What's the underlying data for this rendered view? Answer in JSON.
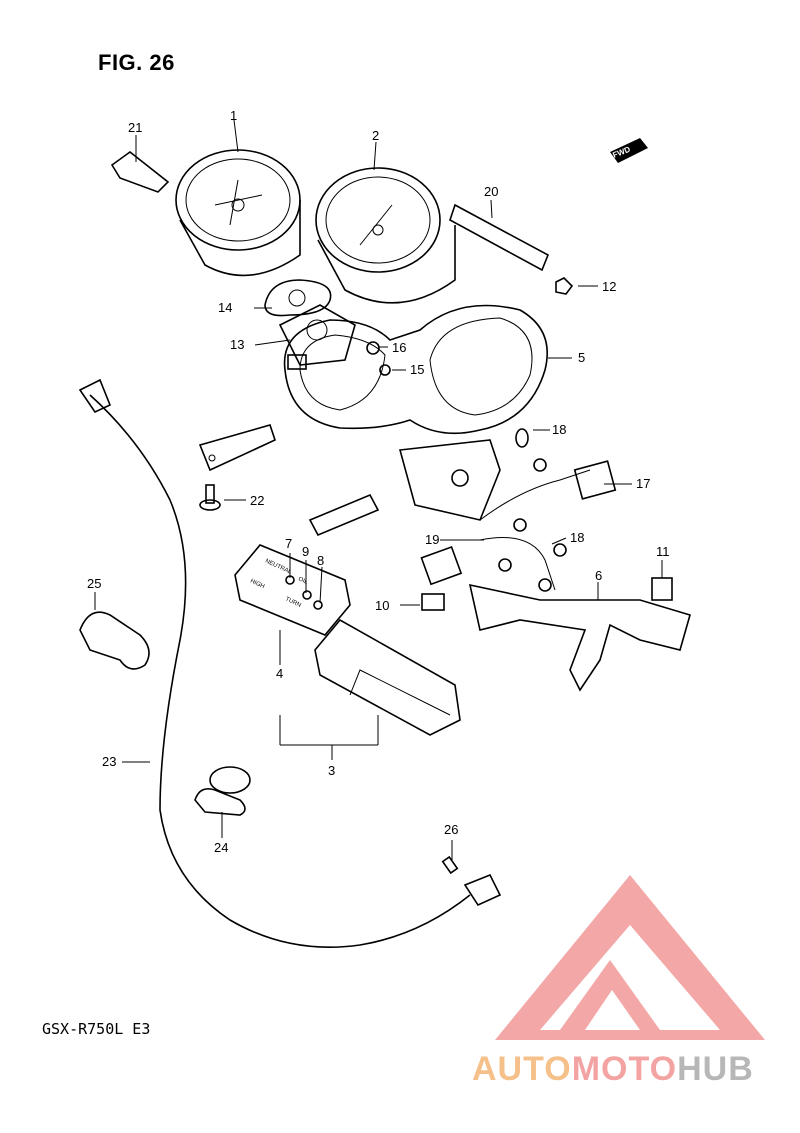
{
  "figure": {
    "title": "FIG. 26",
    "model": "GSX-R750L  E3"
  },
  "direction_tag": "FWD",
  "callouts": {
    "c1": "1",
    "c2": "2",
    "c3": "3",
    "c4": "4",
    "c5": "5",
    "c6": "6",
    "c7": "7",
    "c8": "8",
    "c9": "9",
    "c10": "10",
    "c11": "11",
    "c12": "12",
    "c13": "13",
    "c14": "14",
    "c15": "15",
    "c16": "16",
    "c17": "17",
    "c18a": "18",
    "c18b": "18",
    "c19": "19",
    "c20": "20",
    "c21": "21",
    "c22": "22",
    "c23": "23",
    "c24": "24",
    "c25": "25",
    "c26": "26"
  },
  "indicator_labels": {
    "neutral": "NEUTRAL",
    "high": "HIGH",
    "oil": "OIL",
    "turn": "TURN"
  },
  "watermark": {
    "part1": "AUTO",
    "part2": "MOTO",
    "part3": "HUB"
  },
  "colors": {
    "watermark_orange": "#f6c08a",
    "watermark_red": "#f4a3a3",
    "watermark_gray": "#b7b7b7"
  }
}
